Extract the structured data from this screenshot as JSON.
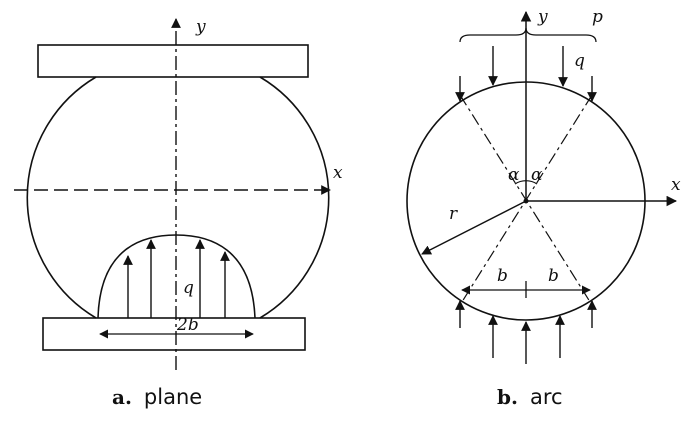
{
  "panel_a": {
    "y_label": "y",
    "x_label": "x",
    "q_label": "q",
    "width_label": "2b",
    "caption_letter": "a.",
    "caption_text": "plane"
  },
  "panel_b": {
    "y_label": "y",
    "x_label": "x",
    "p_label": "p",
    "q_label": "q",
    "alpha_left": "α",
    "alpha_right": "α",
    "r_label": "r",
    "b_left": "b",
    "b_right": "b",
    "caption_letter": "b.",
    "caption_text": "arc"
  },
  "colors": {
    "ink": "#111111",
    "background": "#ffffff"
  }
}
